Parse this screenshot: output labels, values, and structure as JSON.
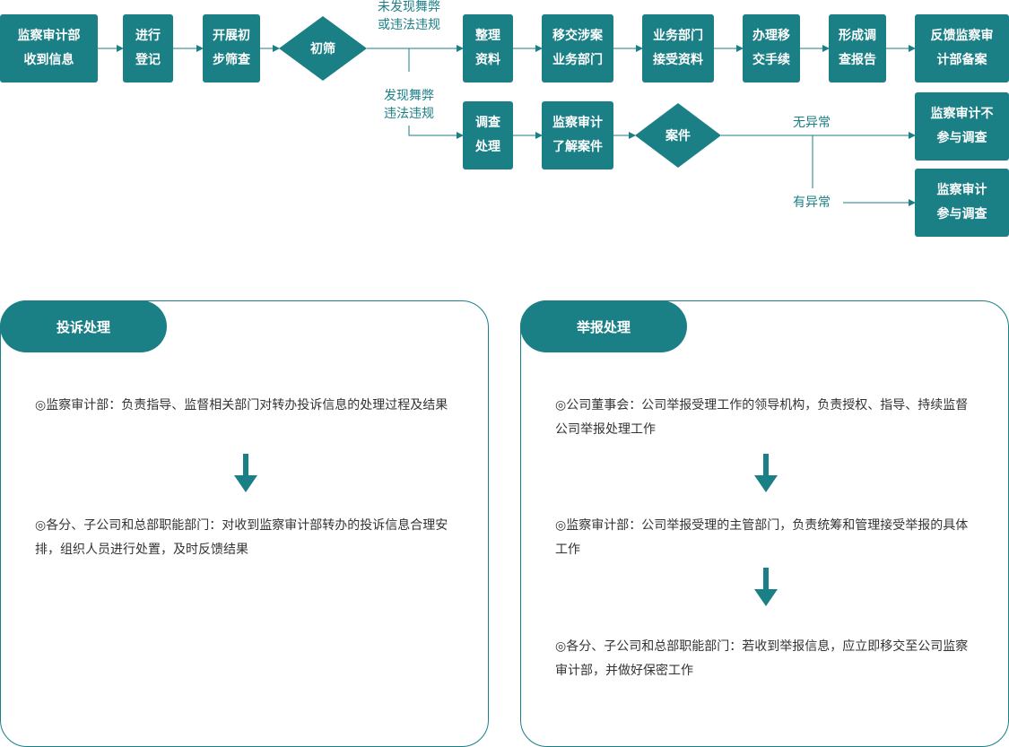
{
  "flow": {
    "nodes": {
      "receive": "监察审计部\n收到信息",
      "register": "进行\n登记",
      "prelim": "开展初\n步筛查",
      "screen": "初筛",
      "organize": "整理\n资料",
      "transfer": "移交涉案\n业务部门",
      "dept_receive": "业务部门\n接受资料",
      "handle": "办理移\n交手续",
      "report": "形成调\n查报告",
      "feedback": "反馈监察审\n计部备案",
      "investigate": "调查\n处理",
      "audit_learn": "监察审计\n了解案件",
      "case": "案件",
      "not_participate": "监察审计不\n参与调查",
      "participate": "监察审计\n参与调查"
    },
    "labels": {
      "no_violation": "未发现舞弊\n或违法违规",
      "violation": "发现舞弊\n违法违规",
      "normal": "无异常",
      "abnormal": "有异常"
    },
    "color": "#1b7f86"
  },
  "complaint": {
    "title": "投诉处理",
    "items": [
      "◎监察审计部：负责指导、监督相关部门对转办投诉信息的处理过程及结果",
      "◎各分、子公司和总部职能部门：对收到监察审计部转办的投诉信息合理安排，组织人员进行处置，及时反馈结果"
    ]
  },
  "report_handling": {
    "title": "举报处理",
    "items": [
      "◎公司董事会：公司举报受理工作的领导机构，负责授权、指导、持续监督公司举报处理工作",
      "◎监察审计部：公司举报受理的主管部门，负责统筹和管理接受举报的具体工作",
      "◎各分、子公司和总部职能部门：若收到举报信息，应立即移交至公司监察审计部，并做好保密工作"
    ]
  }
}
